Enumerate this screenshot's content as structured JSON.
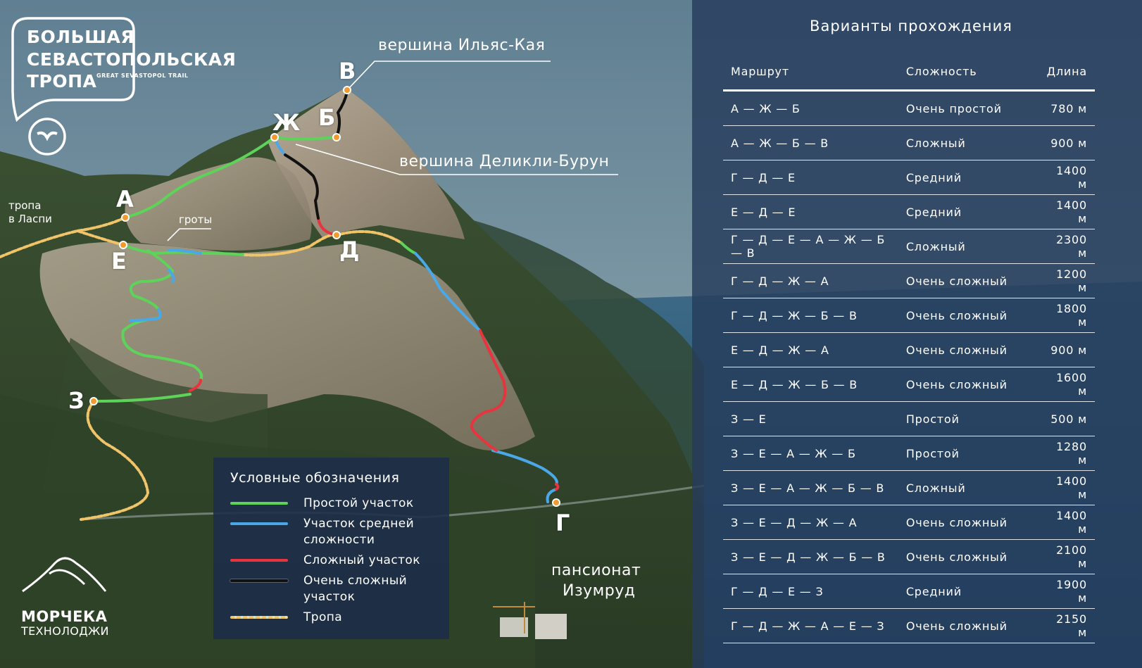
{
  "logo": {
    "line1": "БОЛЬШАЯ",
    "line2": "СЕВАСТОПОЛЬСКАЯ",
    "line3": "ТРОПА",
    "subtitle": "GREAT SEVASTOPOL TRAIL"
  },
  "map_labels": {
    "peak_ilyas": "вершина Ильяс-Кая",
    "peak_delikli": "вершина Деликли-Бурун",
    "trail_laspi_1": "тропа",
    "trail_laspi_2": "в Ласпи",
    "grottoes": "гроты",
    "pension_1": "пансионат",
    "pension_2": "Изумруд"
  },
  "points": {
    "A": "А",
    "B": "Б",
    "V": "В",
    "G": "Г",
    "D": "Д",
    "E": "Е",
    "Zh": "Ж",
    "Z": "З"
  },
  "legend": {
    "title": "Условные обозначения",
    "items": [
      {
        "label_1": "Простой участок",
        "label_2": "",
        "color": "#5dd35a"
      },
      {
        "label_1": "Участок средней",
        "label_2": "сложности",
        "color": "#4aa8e8"
      },
      {
        "label_1": "Сложный участок",
        "label_2": "",
        "color": "#e8343f"
      },
      {
        "label_1": "Очень сложный",
        "label_2": "участок",
        "color": "#111111"
      },
      {
        "label_1": "Тропа",
        "label_2": "",
        "color": "#f2c46a"
      }
    ]
  },
  "table": {
    "title": "Варианты прохождения",
    "headers": [
      "Маршрут",
      "Сложность",
      "Длина"
    ],
    "rows": [
      [
        "А — Ж — Б",
        "Очень простой",
        "780 м"
      ],
      [
        "А — Ж — Б — В",
        "Сложный",
        "900 м"
      ],
      [
        "Г — Д — Е",
        "Средний",
        "1400 м"
      ],
      [
        "Е — Д — Е",
        "Средний",
        "1400 м"
      ],
      [
        "Г — Д — Е — А — Ж — Б — В",
        "Сложный",
        "2300 м"
      ],
      [
        "Г — Д — Ж — А",
        "Очень сложный",
        "1200 м"
      ],
      [
        "Г — Д — Ж — Б — В",
        "Очень сложный",
        "1800 м"
      ],
      [
        "Е — Д — Ж — А",
        "Очень сложный",
        "900 м"
      ],
      [
        "Е — Д — Ж — Б — В",
        "Очень сложный",
        "1600 м"
      ],
      [
        "З — Е",
        "Простой",
        "500 м"
      ],
      [
        "З — Е — А — Ж — Б",
        "Простой",
        "1280 м"
      ],
      [
        "З — Е — А — Ж — Б — В",
        "Сложный",
        "1400 м"
      ],
      [
        "З — Е — Д — Ж — А",
        "Очень сложный",
        "1400 м"
      ],
      [
        "З — Е — Д — Ж — Б — В",
        "Очень сложный",
        "2100 м"
      ],
      [
        "Г — Д — Е — З",
        "Средний",
        "1900 м"
      ],
      [
        "Г — Д — Ж — А — Е — З",
        "Очень сложный",
        "2150 м"
      ]
    ]
  },
  "brand": {
    "name": "МОРЧЕКА",
    "sub": "ТЕХНОЛОДЖИ"
  },
  "colors": {
    "easy": "#5dd35a",
    "medium": "#4aa8e8",
    "hard": "#e8343f",
    "very_hard": "#111111",
    "trail": "#f2c46a",
    "point": "#f29a2e"
  }
}
